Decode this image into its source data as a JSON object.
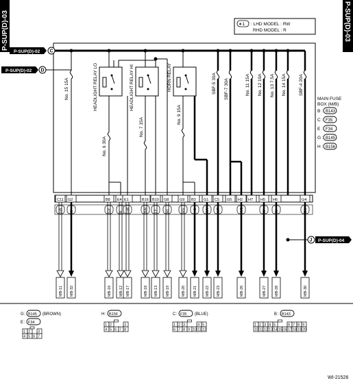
{
  "page": {
    "side_title": "P-SUP(D)-03",
    "figure_id": "WI-21526"
  },
  "legend": {
    "marker": "∗1",
    "lhd": ": LHD MODEL : RW",
    "rhd": "RHD MODEL : R"
  },
  "references": {
    "left_c": {
      "label": "P-SUP(D)-02",
      "letter": "C"
    },
    "left_d": {
      "label": "P-SUP(D)-02",
      "letter": "D"
    },
    "right_j": {
      "label": "P-SUP(D)-04",
      "letter": "J"
    }
  },
  "fuse_box": {
    "title_line1": "MAIN FUSE",
    "title_line2": "BOX (M/B)",
    "connectors": [
      {
        "letter": "B :",
        "code": "B143"
      },
      {
        "letter": "C :",
        "code": "F35"
      },
      {
        "letter": "E :",
        "code": "F34"
      },
      {
        "letter": "G :",
        "code": "B145"
      },
      {
        "letter": "H :",
        "code": "B156"
      }
    ]
  },
  "relays": [
    {
      "label": "HEADLIGHT RELAY LO"
    },
    {
      "label": "HEADLIGHT RELAY HI"
    },
    {
      "label": "HORN RELAY"
    }
  ],
  "fuses": [
    {
      "label": "No. 15 15A"
    },
    {
      "label": "No. 6 30A"
    },
    {
      "label": "No. 7 15A"
    },
    {
      "label": "No. 9 15A"
    },
    {
      "label": "SBF-5 30A"
    },
    {
      "label": "SBF-7 30A"
    },
    {
      "label": "No. 11 15A"
    },
    {
      "label": "No. 12 10A"
    },
    {
      "label": "No. 13 7.5A"
    },
    {
      "label": "No. 14 15A"
    },
    {
      "label": "SBF-4 20A"
    }
  ],
  "terminals": [
    {
      "pin": "C11",
      "wire": "GB",
      "dest": "MB-11"
    },
    {
      "pin": "G2",
      "wire": "W",
      "dest": "MB-32"
    },
    {
      "pin": "B8",
      "wire": "GY",
      "dest": "MB-16"
    },
    {
      "pin": "E4",
      "wire": "B",
      "dest": "MB-12"
    },
    {
      "pin": "E1",
      "wire": "GW",
      "dest": "MB-17"
    },
    {
      "pin": "B16",
      "wire": "B/R",
      "dest": "MB-18"
    },
    {
      "pin": "B10",
      "wire": "LY",
      "dest": "MB-13"
    },
    {
      "pin": "G8",
      "wire": "RL",
      "dest": "MB-19"
    },
    {
      "pin": "G9",
      "wire": "RG",
      "dest": "MB-20"
    },
    {
      "pin": "B3",
      "wire": "∗1",
      "dest": "MB-21"
    },
    {
      "pin": "G1",
      "wire": "WY",
      "dest": "MB-22"
    },
    {
      "pin": "C5",
      "wire": "WR",
      "dest": "MB-23"
    },
    {
      "pin": "G5",
      "wire": "",
      "dest": ""
    },
    {
      "pin": "H2",
      "wire": "WG",
      "dest": "MB-26"
    },
    {
      "pin": "H7",
      "wire": "",
      "dest": ""
    },
    {
      "pin": "H5",
      "wire": "W",
      "dest": "MB-27"
    },
    {
      "pin": "H6",
      "wire": "W",
      "dest": "MB-28"
    },
    {
      "pin": "G4",
      "wire": "BW",
      "dest": "MB-30"
    }
  ],
  "connector_views": [
    {
      "id": "G",
      "code": "B145",
      "note": "(BROWN)",
      "row1": [
        "1",
        "2",
        "3"
      ],
      "row2": [
        "4",
        "5",
        "6",
        "7"
      ]
    },
    {
      "id": "E",
      "code": "F34",
      "note": "",
      "row1": [
        "1",
        "2",
        "3"
      ],
      "row2": [
        "4",
        "5",
        "6",
        "7"
      ]
    },
    {
      "id": "H",
      "code": "B156",
      "note": "",
      "row1": [
        "1",
        "2",
        "3"
      ],
      "row2": [
        "4",
        "5",
        "6",
        "7",
        "8"
      ]
    },
    {
      "id": "C",
      "code": "F35",
      "note": "(BLUE)",
      "row1": [
        "1",
        "2",
        "3",
        "4",
        "5"
      ],
      "row2": [
        "6",
        "7",
        "8",
        "9",
        "10",
        "11",
        "12"
      ]
    },
    {
      "id": "B",
      "code": "B143",
      "note": "",
      "row1": [
        "1",
        "2",
        "3",
        "4",
        "5",
        "6",
        "7",
        "8",
        "9"
      ],
      "row2": [
        "10",
        "11",
        "12",
        "13",
        "14",
        "15",
        "16",
        "17",
        "18",
        "19",
        "20"
      ]
    }
  ]
}
